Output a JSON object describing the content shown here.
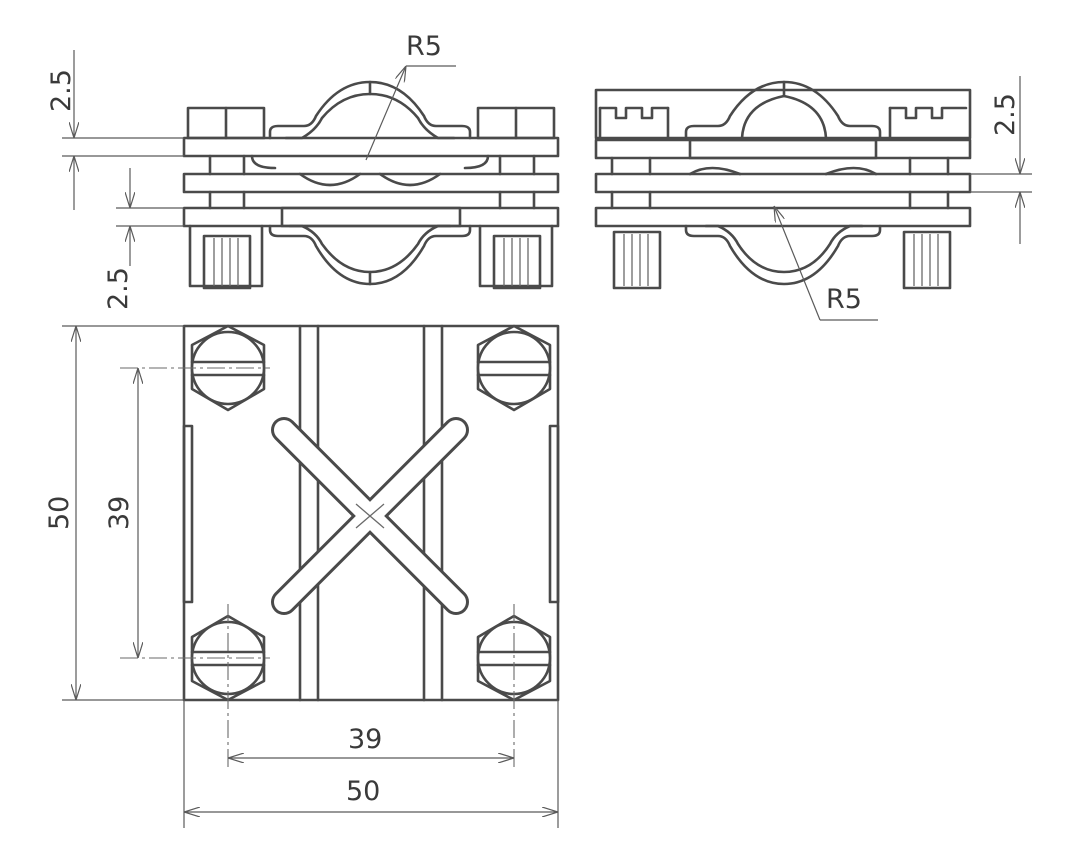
{
  "colors": {
    "line": "#4a4a4a",
    "background": "#ffffff"
  },
  "labels": {
    "front_radius": "R5",
    "side_radius": "R5",
    "front_top_thickness": "2.5",
    "front_bottom_thickness": "2.5",
    "side_thickness": "2.5",
    "plan_height_outer": "50",
    "plan_height_inner": "39",
    "plan_width_inner": "39",
    "plan_width_outer": "50"
  }
}
